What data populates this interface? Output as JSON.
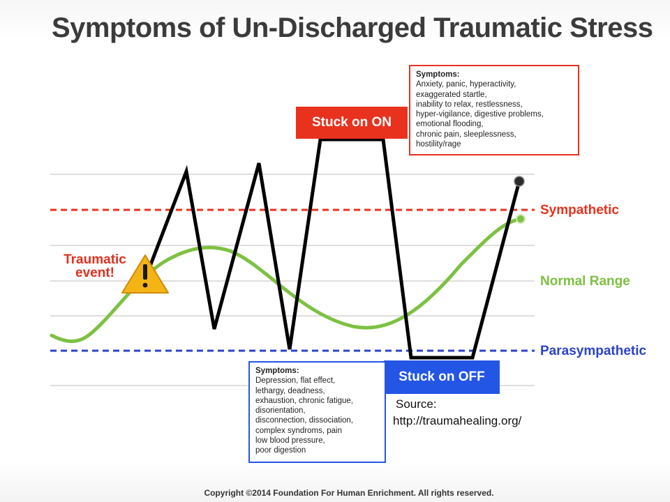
{
  "title": "Symptoms of Un-Discharged Traumatic Stress",
  "zones": {
    "sympathetic": "Sympathetic",
    "normal_range": "Normal Range",
    "parasympathetic": "Parasympathetic"
  },
  "event_label": "Traumatic event!",
  "stuck_on": {
    "label": "Stuck on ON",
    "symptoms_title": "Symptoms:",
    "symptoms": [
      "Anxiety, panic, hyperactivity,",
      "exaggerated startle,",
      "inability to relax, restlessness,",
      "hyper-vigilance, digestive problems,",
      "emotional flooding,",
      "chronic pain, sleeplessness,",
      "hostility/rage"
    ]
  },
  "stuck_off": {
    "label": "Stuck on OFF",
    "symptoms_title": "Symptoms:",
    "symptoms": [
      "Depression, flat effect,",
      "lethargy, deadness,",
      "exhaustion, chronic fatigue,",
      "disorientation,",
      "disconnection, dissociation,",
      "complex syndroms, pain",
      "low blood pressure,",
      "poor digestion"
    ]
  },
  "source": {
    "label": "Source:",
    "url": "http://traumahealing.org/"
  },
  "copyright": "Copyright ©2014 Foundation For Human Enrichment. All rights reserved.",
  "colors": {
    "sympathetic": "#e8321e",
    "normal": "#7dc142",
    "parasympathetic": "#2a43c8",
    "on_tag": "#e8321e",
    "off_tag": "#2456e6",
    "trauma_line": "#000000"
  },
  "icons": {
    "warning": "warning-triangle-icon"
  }
}
